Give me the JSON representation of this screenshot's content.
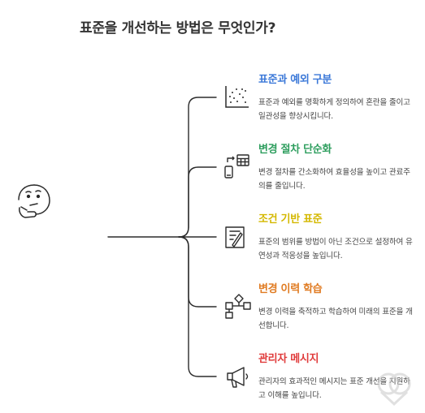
{
  "title": "표준을 개선하는 방법은 무엇인가?",
  "center_icon": "thinking-face-icon",
  "items": [
    {
      "title": "표준과 예외 구분",
      "description": "표준과 예외를 명확하게 정의하여 혼란을 줄이고 일관성을 향상시킵니다.",
      "color": "#3b78d8",
      "icon": "scatter-plot-icon"
    },
    {
      "title": "변경 절차 단순화",
      "description": "변경 절차를 간소화하여 효율성을 높이고 관료주의를 줄입니다.",
      "color": "#2e9e5e",
      "icon": "mobile-calculator-icon"
    },
    {
      "title": "조건 기반 표준",
      "description": "표준의 범위를 방법이 아닌 조건으로 설정하여 유연성과 적응성을 높입니다.",
      "color": "#d4b800",
      "icon": "checklist-icon"
    },
    {
      "title": "변경 이력 학습",
      "description": "변경 이력을 축적하고 학습하여 미래의 표준을 개선합니다.",
      "color": "#e07b22",
      "icon": "flowchart-icon"
    },
    {
      "title": "관리자 메시지",
      "description": "관리자의 효과적인 메시지는 표준 개선을 지원하고 이해를 높입니다.",
      "color": "#e03b3b",
      "icon": "megaphone-icon"
    }
  ]
}
